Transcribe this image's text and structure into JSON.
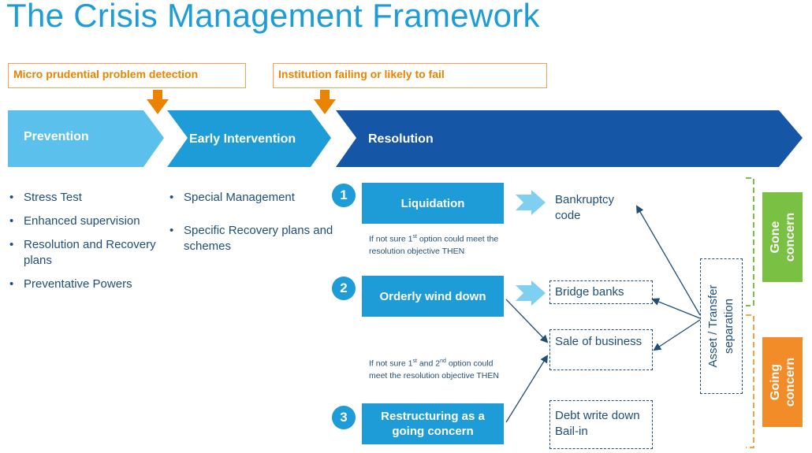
{
  "title": "The Crisis Management Framework",
  "triggers": {
    "micro": "Micro prudential problem detection",
    "failing": "Institution failing or likely to fail"
  },
  "phases": {
    "prevention": "Prevention",
    "early": "Early Intervention",
    "resolution": "Resolution"
  },
  "prevention_items": [
    "Stress Test",
    "Enhanced supervision",
    "Resolution and Recovery plans",
    "Preventative Powers"
  ],
  "early_items": [
    "Special Management",
    "Specific Recovery plans and schemes"
  ],
  "steps": [
    {
      "num": "1",
      "label": "Liquidation"
    },
    {
      "num": "2",
      "label": "Orderly wind down"
    },
    {
      "num": "3",
      "label": "Restructuring as a going concern"
    }
  ],
  "notes": {
    "note1_prefix": "If not sure 1",
    "note1_sup": "st",
    "note1_rest": " option could meet the resolution objective THEN",
    "note2_prefix": "If not sure 1",
    "note2_sup1": "st",
    "note2_mid": "  and 2",
    "note2_sup2": "nd",
    "note2_rest": " option could meet the resolution objective THEN"
  },
  "outcomes": {
    "bankruptcy": "Bankruptcy code",
    "bridge": "Bridge banks",
    "sale": "Sale of business",
    "debt": "Debt write down Bail-in"
  },
  "asset_transfer": "Asset / Transfer separation",
  "gone_concern": "Gone concern",
  "going_concern": "Going concern",
  "colors": {
    "prevention": "#5BC0EB",
    "early": "#1E9CD7",
    "resolution": "#1557A6",
    "trigger_arrow": "#E98300",
    "gone_green": "#7AC143",
    "going_orange": "#F28C28",
    "text_dark": "#1F4E79"
  }
}
